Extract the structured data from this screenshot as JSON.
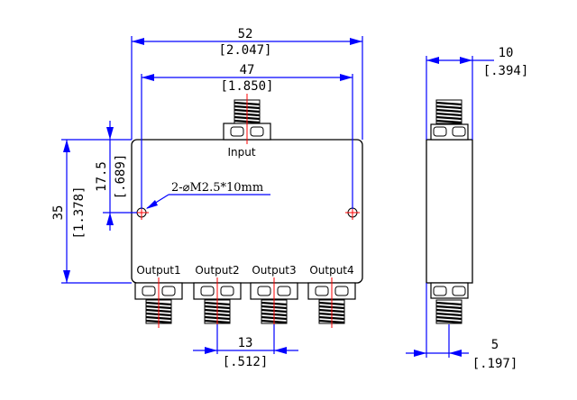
{
  "dimensions": {
    "overall_width": {
      "mm": "52",
      "inch": "[2.047]"
    },
    "hole_spacing": {
      "mm": "47",
      "inch": "[1.850]"
    },
    "height": {
      "mm": "35",
      "inch": "[1.378]"
    },
    "hole_height": {
      "mm": "17.5",
      "inch": "[.689]"
    },
    "port_pitch": {
      "mm": "13",
      "inch": "[.512]"
    },
    "depth": {
      "mm": "10",
      "inch": "[.394]"
    },
    "side_offset": {
      "mm": "5",
      "inch": "[.197]"
    }
  },
  "labels": {
    "input": "Input",
    "outputs": [
      "Output1",
      "Output2",
      "Output3",
      "Output4"
    ]
  },
  "note": {
    "hole_callout": "2-⌀M2.5*10mm"
  },
  "colors": {
    "dimension_lines": "#0000ff",
    "centerlines": "#ff0000",
    "outline": "#000000"
  }
}
